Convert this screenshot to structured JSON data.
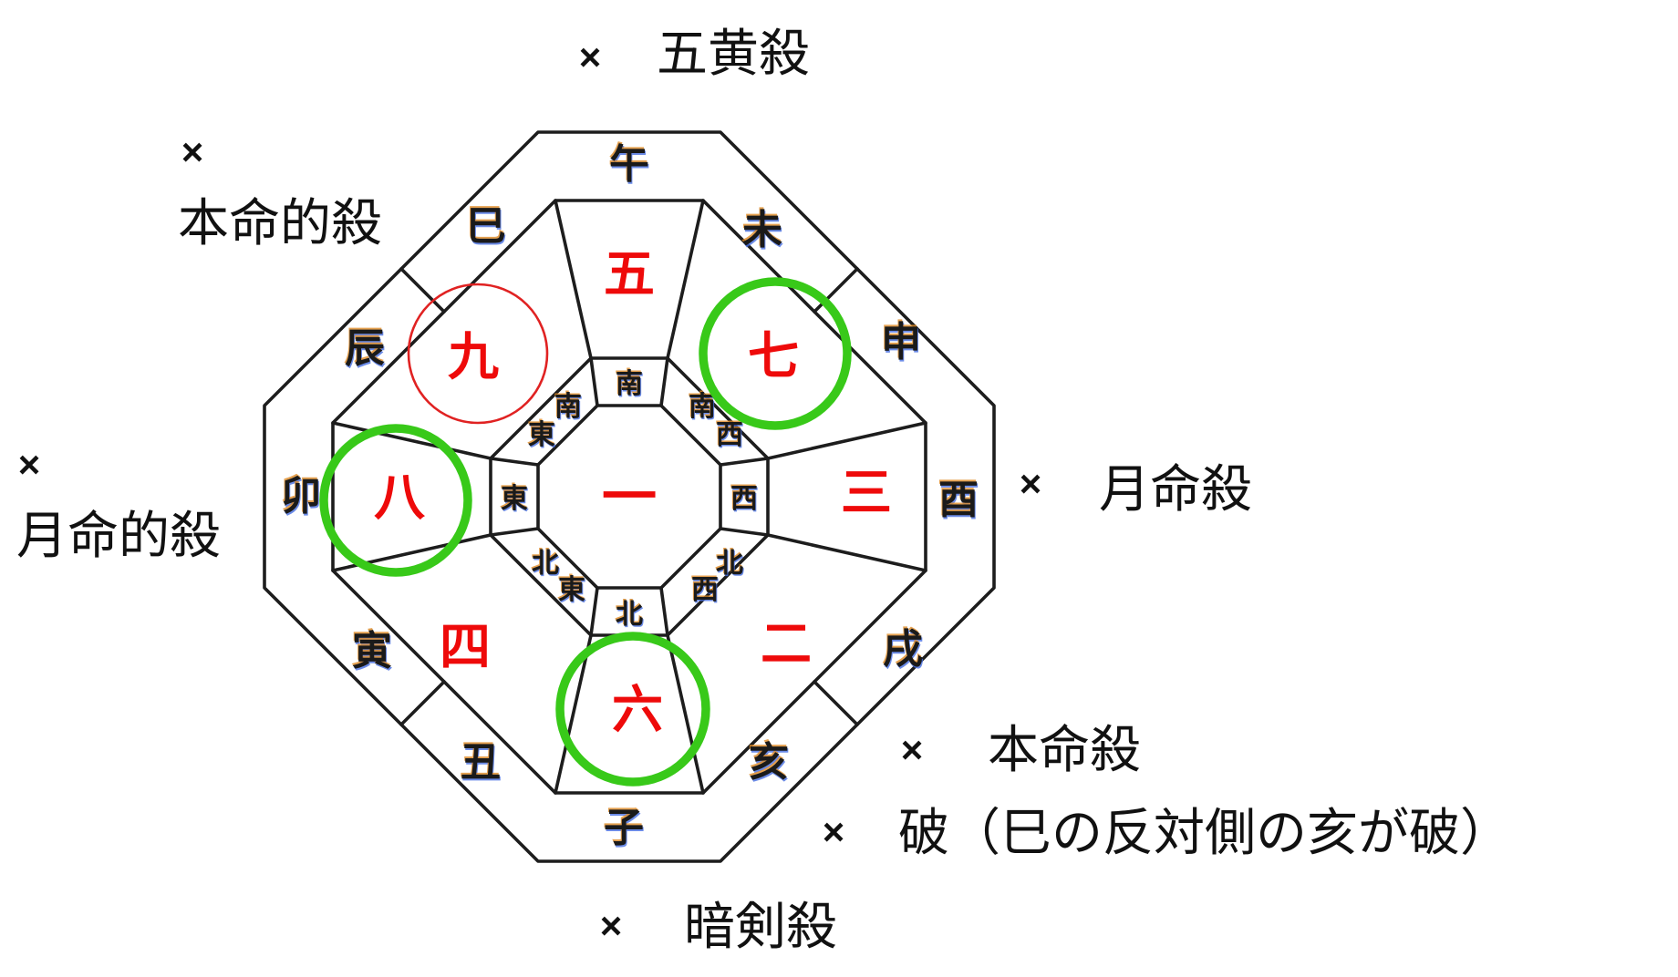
{
  "figure_type": "kyusei-kigaku-hoiban (Nine Star Ki directional board)",
  "colors": {
    "background": "#ffffff",
    "line": "#1d1d1d",
    "number_red": "#ee0a0a",
    "circle_green": "#38c919",
    "circle_red": "#e02222",
    "label_black": "#111111"
  },
  "board": {
    "center_number": "一",
    "sectors": [
      {
        "name": "south-top",
        "direction": "南",
        "number": "五",
        "highlight": "none"
      },
      {
        "name": "southwest-topright",
        "direction": "南西",
        "direction_chars": [
          "南",
          "西"
        ],
        "number": "七",
        "highlight": "green-circle"
      },
      {
        "name": "west-right",
        "direction": "西",
        "number": "三",
        "highlight": "none"
      },
      {
        "name": "northwest-bottomright",
        "direction": "北西",
        "direction_chars": [
          "北",
          "西"
        ],
        "number": "二",
        "highlight": "none"
      },
      {
        "name": "north-bottom",
        "direction": "北",
        "number": "六",
        "highlight": "green-circle"
      },
      {
        "name": "northeast-bottomleft",
        "direction": "北東",
        "direction_chars": [
          "北",
          "東"
        ],
        "number": "四",
        "highlight": "none"
      },
      {
        "name": "east-left",
        "direction": "東",
        "number": "八",
        "highlight": "green-circle"
      },
      {
        "name": "southeast-topleft",
        "direction": "南東",
        "direction_chars": [
          "南",
          "東"
        ],
        "number": "九",
        "highlight": "red-circle"
      }
    ],
    "zodiac_signs": [
      "午",
      "未",
      "申",
      "酉",
      "戌",
      "亥",
      "子",
      "丑",
      "寅",
      "卯",
      "辰",
      "巳"
    ]
  },
  "annotations": [
    {
      "marker": "×",
      "label": "五黄殺",
      "position": "top"
    },
    {
      "marker": "×",
      "label": "本命的殺",
      "position": "top-left"
    },
    {
      "marker": "×",
      "label": "月命的殺",
      "position": "left"
    },
    {
      "marker": "×",
      "label": "月命殺",
      "position": "right"
    },
    {
      "marker": "×",
      "label": "本命殺",
      "position": "bottom-right"
    },
    {
      "marker": "×",
      "label": "破（巳の反対側の亥が破）",
      "position": "bottom-right-lower"
    },
    {
      "marker": "×",
      "label": "暗剣殺",
      "position": "bottom"
    }
  ]
}
